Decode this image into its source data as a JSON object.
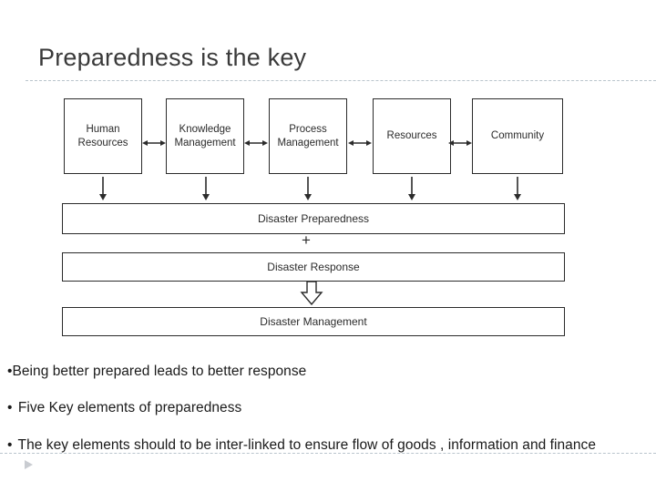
{
  "slide": {
    "title": "Preparedness is the key"
  },
  "diagram": {
    "top_boxes": [
      {
        "label": "Human Resources"
      },
      {
        "label": "Knowledge Management"
      },
      {
        "label": "Process Management"
      },
      {
        "label": "Resources"
      },
      {
        "label": "Community"
      }
    ],
    "connector_symbol": "+",
    "bars": [
      {
        "label": "Disaster Preparedness"
      },
      {
        "label": "Disaster Response"
      },
      {
        "label": "Disaster Management"
      }
    ]
  },
  "bullets": [
    {
      "marker": "•",
      "text": "Being better prepared leads to better response"
    },
    {
      "marker": "•",
      "text": " Five Key elements of preparedness"
    },
    {
      "marker": "•",
      "text": " The key elements should to be inter-linked to ensure flow of goods , information and finance"
    }
  ],
  "colors": {
    "title": "#3a3a3a",
    "rule": "#b9c4cc",
    "diagram_stroke": "#2b2b2b",
    "body_text": "#1a1a1a",
    "background": "#ffffff"
  }
}
